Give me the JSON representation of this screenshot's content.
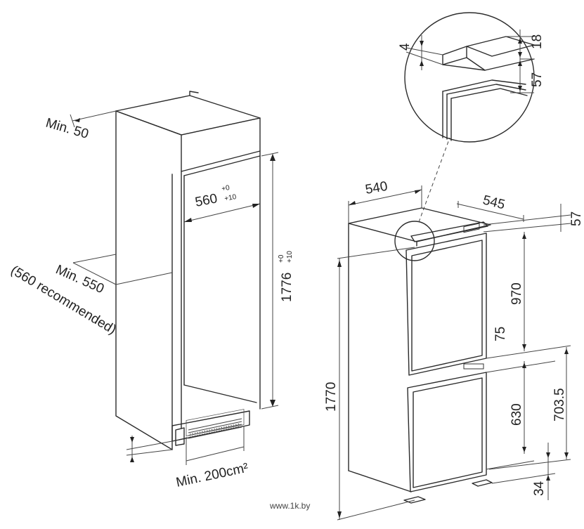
{
  "labels": {
    "min50": "Min. 50",
    "min550": "Min. 550",
    "rec560": "(560 recommended)",
    "w560": "560",
    "w560_tol_top": "+0",
    "w560_tol_bot": "+10",
    "h1776": "1776",
    "h1776_tol_top": "+0",
    "h1776_tol_bot": "+10",
    "vent": "Min. 200cm²",
    "d540": "540",
    "d545": "545",
    "d57_right": "57",
    "d970": "970",
    "d75": "75",
    "d1770": "1770",
    "d630": "630",
    "d703": "703.5",
    "d34": "34",
    "det4": "4",
    "det18": "18",
    "det57": "57"
  },
  "watermark": "www.1k.by"
}
